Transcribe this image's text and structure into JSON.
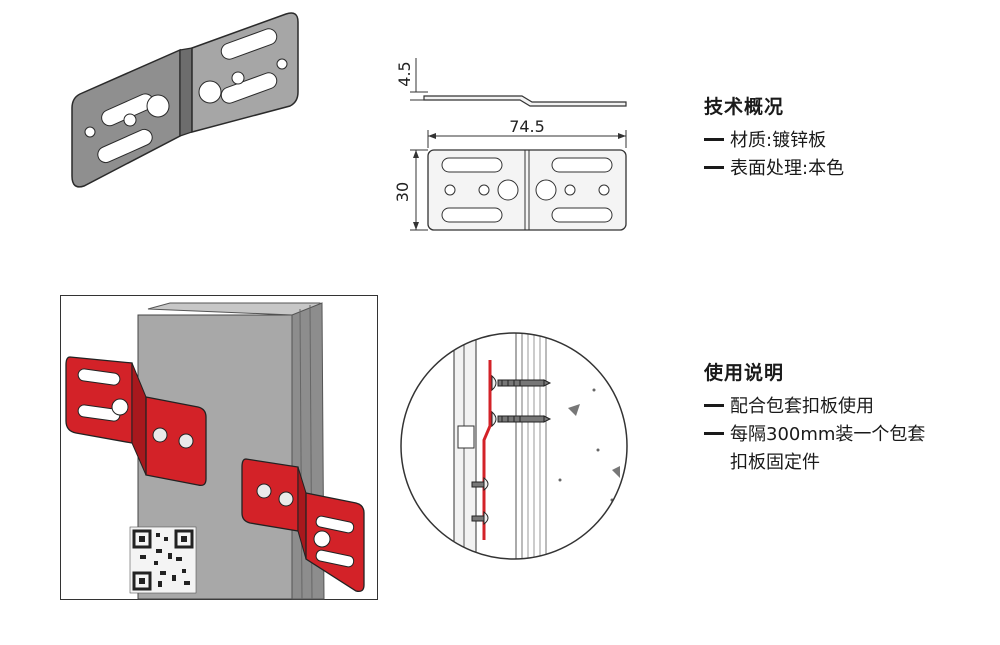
{
  "dimensions": {
    "thickness": "4.5",
    "length": "74.5",
    "height": "30"
  },
  "tech_spec": {
    "title": "技术概况",
    "items": [
      "材质:镀锌板",
      "表面处理:本色"
    ]
  },
  "usage": {
    "title": "使用说明",
    "item1": "配合包套扣板使用",
    "item2_line1": "每隔300mm装一个包套",
    "item2_line2": "扣板固定件"
  },
  "colors": {
    "bracket_metal": "#9b9b9b",
    "bracket_red": "#d32228",
    "line": "#444444"
  }
}
